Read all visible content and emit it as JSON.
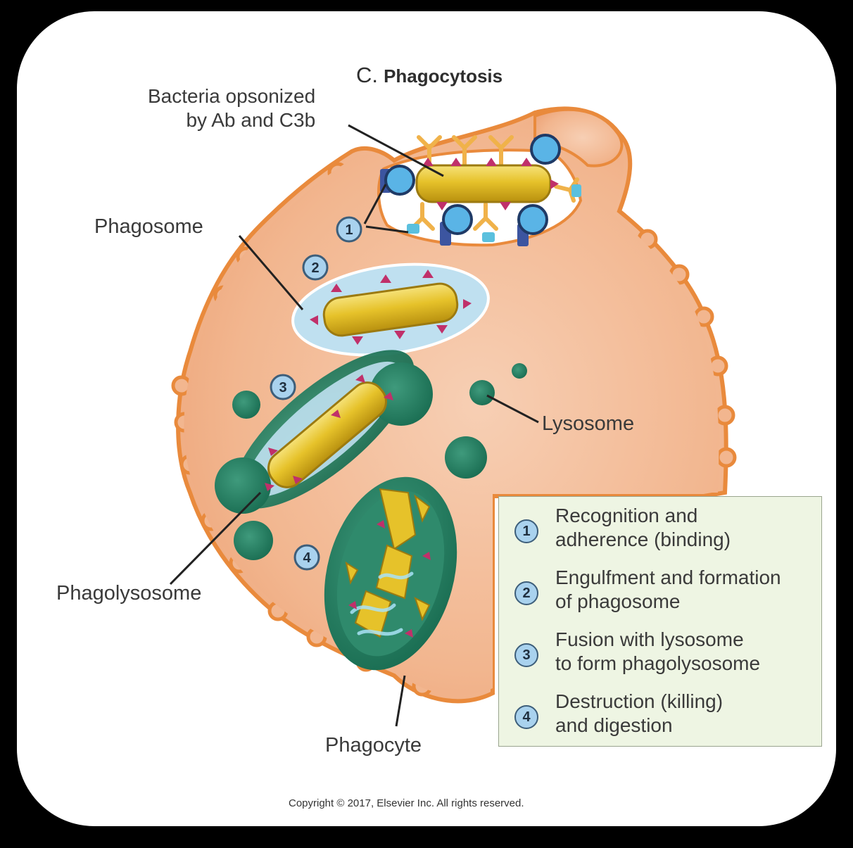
{
  "title": {
    "letter": "C.",
    "word": "Phagocytosis"
  },
  "labels": {
    "bacteria_line1": "Bacteria opsonized",
    "bacteria_line2": "by Ab and C3b",
    "phagosome": "Phagosome",
    "lysosome": "Lysosome",
    "phagolysosome": "Phagolysosome",
    "phagocyte": "Phagocyte"
  },
  "steps": [
    {
      "number": "1",
      "text": "Recognition and\nadherence (binding)"
    },
    {
      "number": "2",
      "text": "Engulfment and formation\nof phagosome"
    },
    {
      "number": "3",
      "text": "Fusion with lysosome\nto form phagolysosome"
    },
    {
      "number": "4",
      "text": "Destruction (killing)\nand digestion"
    }
  ],
  "copyright": "Copyright © 2017, Elsevier Inc. All rights reserved.",
  "colors": {
    "background": "#000000",
    "card": "#ffffff",
    "cell_fill": "#f2b68f",
    "cell_edge": "#e98a3c",
    "bacterium": "#e6c22a",
    "lysosome": "#1f7a5c",
    "vacuole": "#bfe0f0",
    "badge": "#a9d2ee",
    "legend_bg": "#eef5e3"
  }
}
